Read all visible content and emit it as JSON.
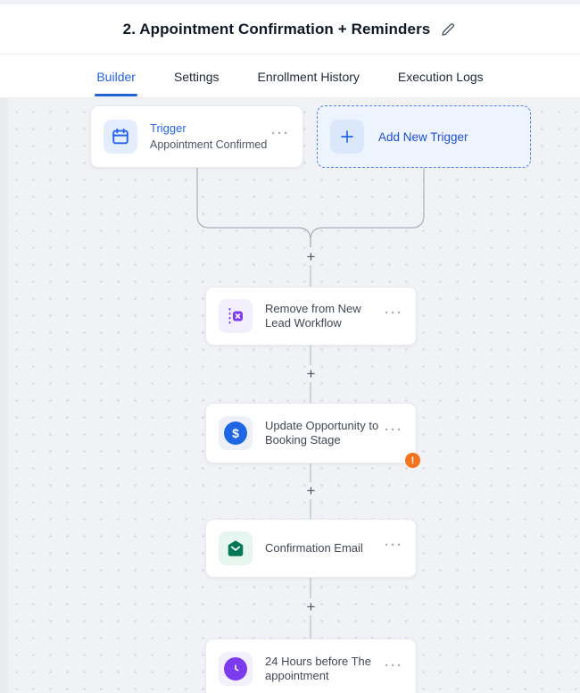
{
  "header": {
    "title": "2. Appointment Confirmation + Reminders"
  },
  "tabs": [
    {
      "label": "Builder",
      "active": true
    },
    {
      "label": "Settings",
      "active": false
    },
    {
      "label": "Enrollment History",
      "active": false
    },
    {
      "label": "Execution Logs",
      "active": false
    }
  ],
  "canvas": {
    "trigger": {
      "label": "Trigger",
      "sublabel": "Appointment Confirmed",
      "icon": "calendar-icon"
    },
    "add_new_trigger": {
      "label": "Add New Trigger",
      "icon": "plus-icon"
    },
    "nodes": [
      {
        "label": "Remove from New Lead Workflow",
        "icon": "remove-from-workflow-icon"
      },
      {
        "label": "Update Opportunity to Booking Stage",
        "icon": "dollar-icon",
        "warning": "!"
      },
      {
        "label": "Confirmation Email",
        "icon": "email-icon"
      },
      {
        "label": "24 Hours before The appointment",
        "icon": "clock-icon"
      }
    ],
    "plus_label": "+",
    "menu_label": "···"
  },
  "colors": {
    "accent_blue": "#2563eb",
    "purple": "#7c3aed",
    "green": "#047857",
    "warning_orange": "#f5731e",
    "canvas_bg": "#f1f2f6"
  }
}
